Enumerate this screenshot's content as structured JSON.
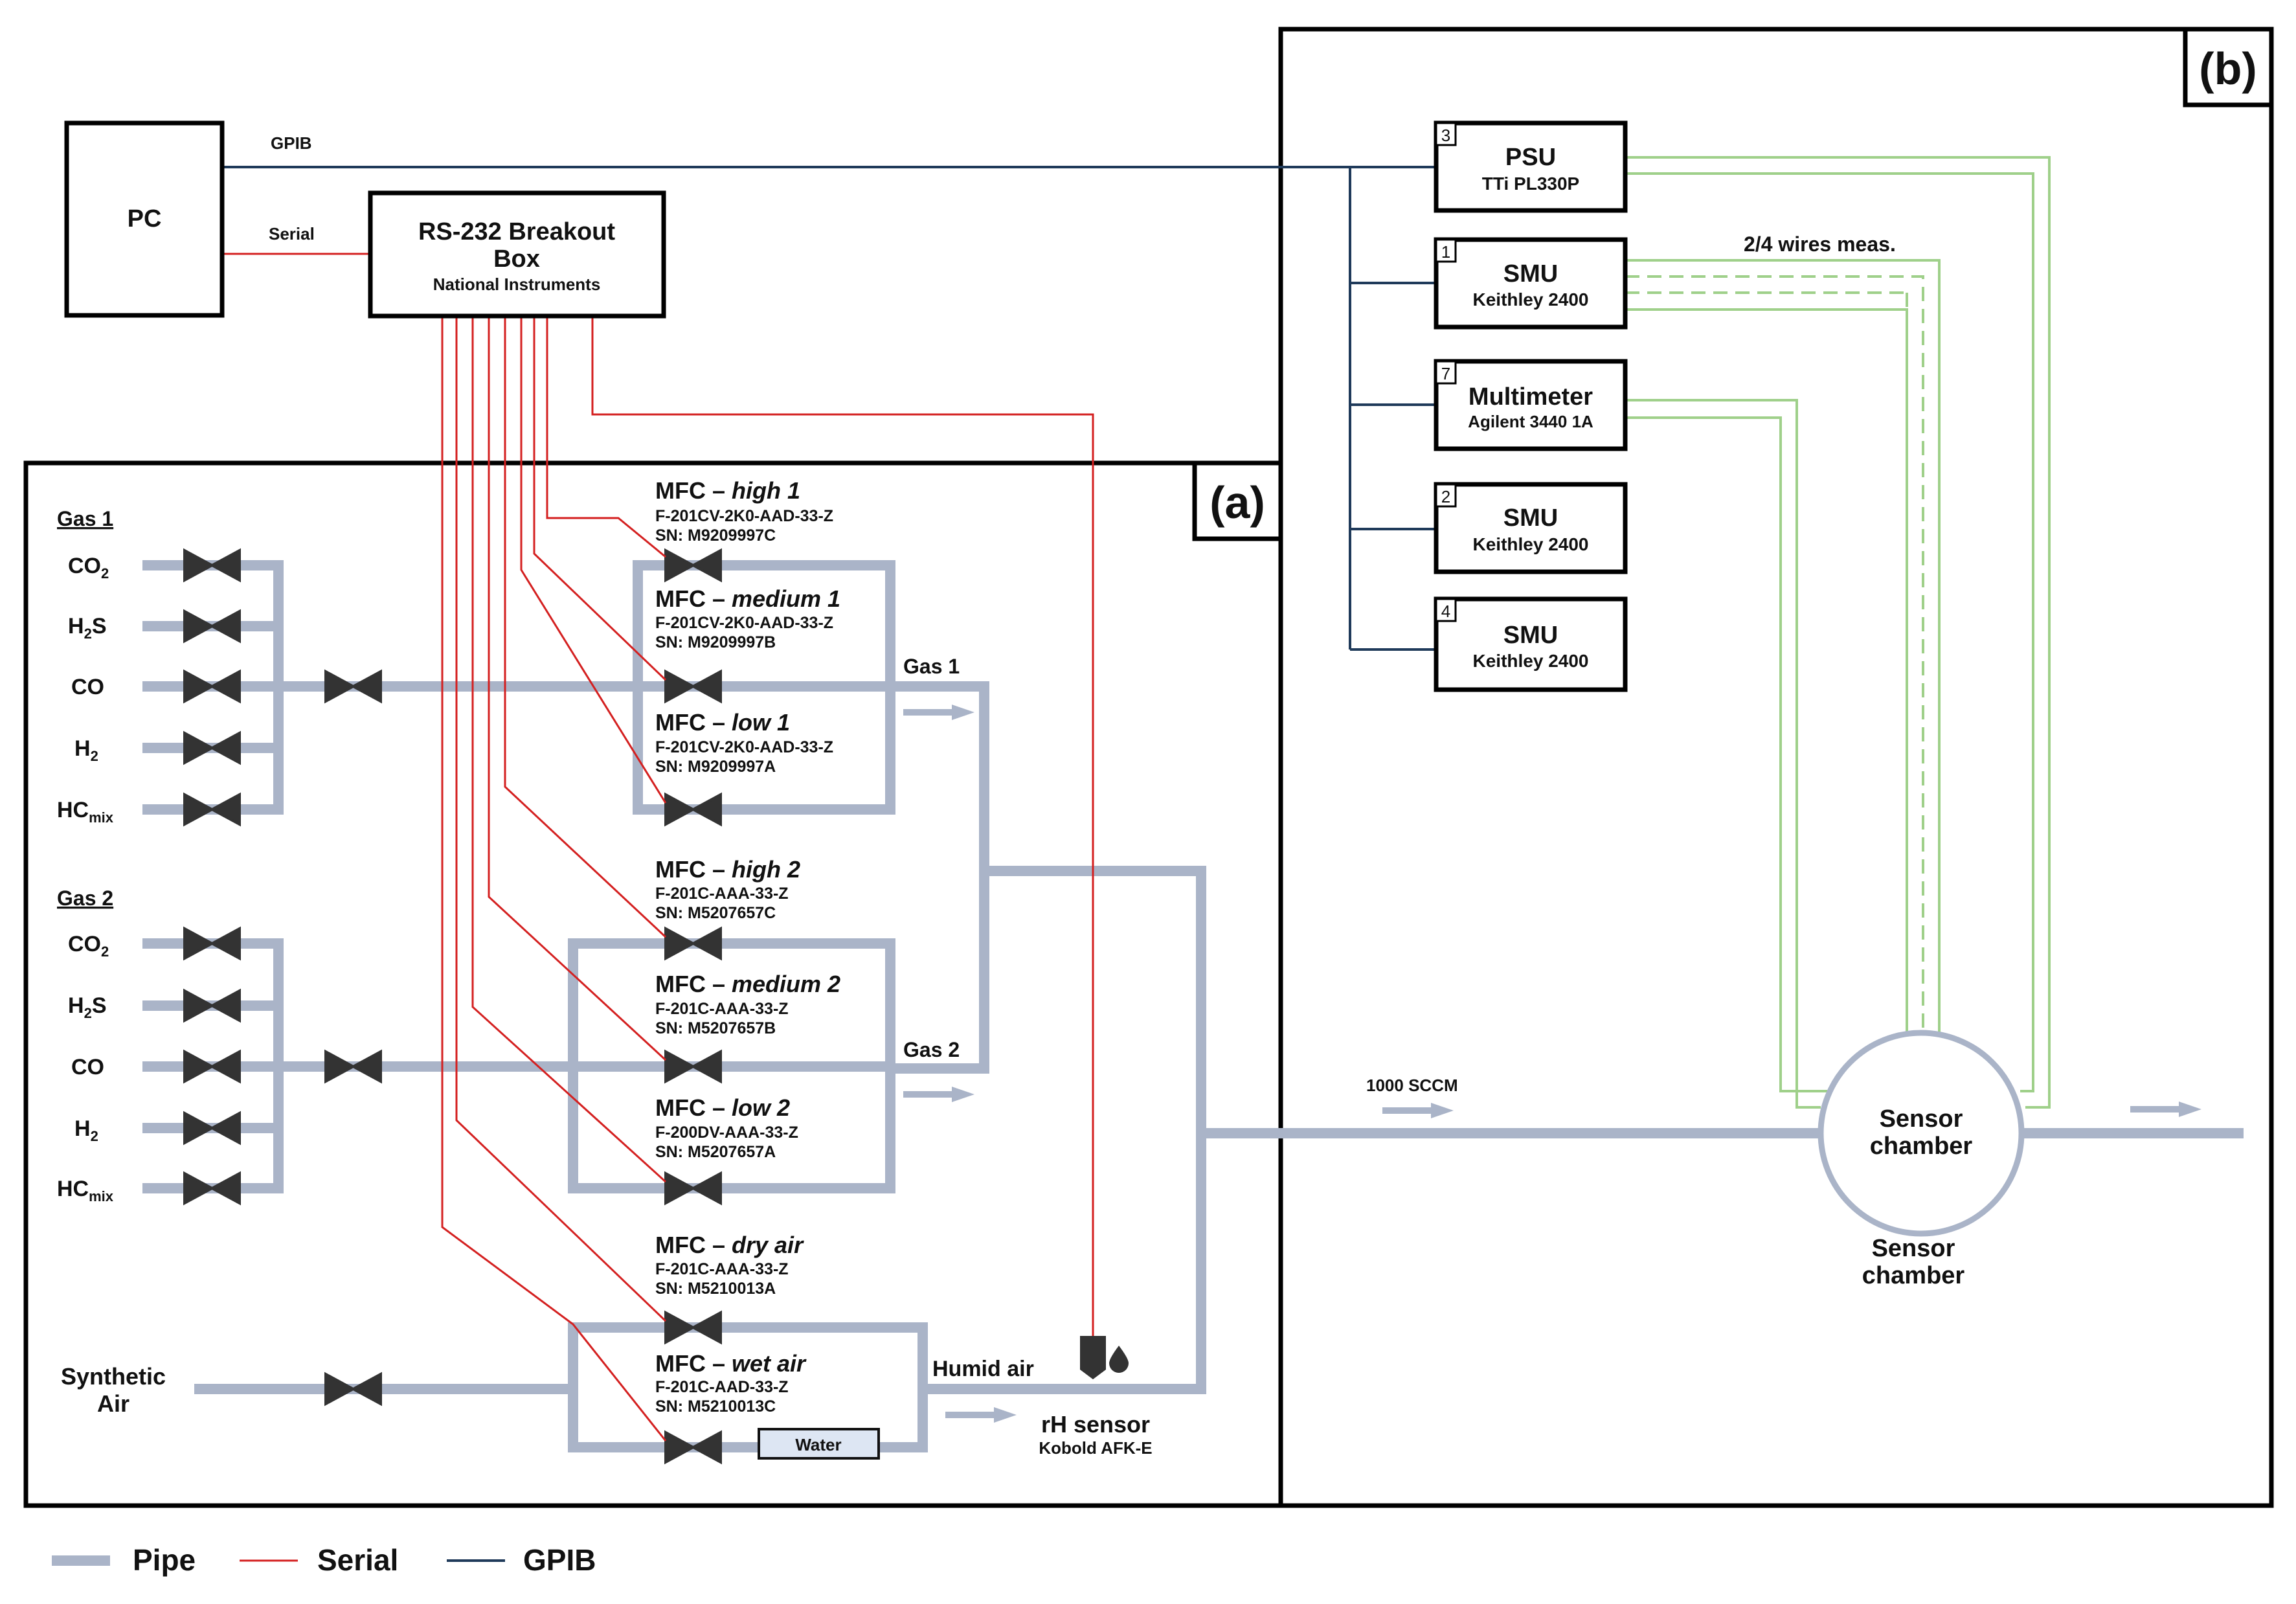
{
  "panels": {
    "a_label": "(a)",
    "b_label": "(b)"
  },
  "pc": {
    "label": "PC",
    "gpib_label": "GPIB",
    "serial_label": "Serial"
  },
  "breakout": {
    "line1": "RS-232 Breakout",
    "line2": "Box",
    "sub": "National Instruments"
  },
  "gas1": {
    "title": "Gas 1",
    "gases": [
      {
        "main": "CO",
        "sub": "2",
        "tail": ""
      },
      {
        "main": "H",
        "sub": "2",
        "tail": "S"
      },
      {
        "main": "CO",
        "sub": "",
        "tail": ""
      },
      {
        "main": "H",
        "sub": "2",
        "tail": ""
      },
      {
        "main": "HC",
        "sub": "mix",
        "tail": ""
      }
    ],
    "outlet_label": "Gas 1"
  },
  "gas2": {
    "title": "Gas 2",
    "gases": [
      {
        "main": "CO",
        "sub": "2",
        "tail": ""
      },
      {
        "main": "H",
        "sub": "2",
        "tail": "S"
      },
      {
        "main": "CO",
        "sub": "",
        "tail": ""
      },
      {
        "main": "H",
        "sub": "2",
        "tail": ""
      },
      {
        "main": "HC",
        "sub": "mix",
        "tail": ""
      }
    ],
    "outlet_label": "Gas 2"
  },
  "mfcs": [
    {
      "prefix": "MFC – ",
      "name": "high 1",
      "model": "F-201CV-2K0-AAD-33-Z",
      "sn": "SN: M9209997C"
    },
    {
      "prefix": "MFC – ",
      "name": "medium 1",
      "model": "F-201CV-2K0-AAD-33-Z",
      "sn": "SN: M9209997B"
    },
    {
      "prefix": "MFC – ",
      "name": "low 1",
      "model": "F-201CV-2K0-AAD-33-Z",
      "sn": "SN: M9209997A"
    },
    {
      "prefix": "MFC – ",
      "name": "high 2",
      "model": "F-201C-AAA-33-Z",
      "sn": "SN: M5207657C"
    },
    {
      "prefix": "MFC – ",
      "name": "medium 2",
      "model": "F-201C-AAA-33-Z",
      "sn": "SN: M5207657B"
    },
    {
      "prefix": "MFC – ",
      "name": "low 2",
      "model": "F-200DV-AAA-33-Z",
      "sn": "SN: M5207657A"
    },
    {
      "prefix": "MFC – ",
      "name": "dry air",
      "model": "F-201C-AAA-33-Z",
      "sn": "SN: M5210013A"
    },
    {
      "prefix": "MFC – ",
      "name": "wet air",
      "model": "F-201C-AAD-33-Z",
      "sn": "SN: M5210013C"
    }
  ],
  "synthetic_air": {
    "line1": "Synthetic",
    "line2": "Air"
  },
  "water_label": "Water",
  "humid_air_label": "Humid air",
  "rh_sensor": {
    "name": "rH sensor",
    "model": "Kobold AFK-E"
  },
  "instruments": [
    {
      "num": "3",
      "name": "PSU",
      "model": "TTi PL330P"
    },
    {
      "num": "1",
      "name": "SMU",
      "model": "Keithley 2400"
    },
    {
      "num": "7",
      "name": "Multimeter",
      "model": "Agilent 3440 1A"
    },
    {
      "num": "2",
      "name": "SMU",
      "model": "Keithley 2400"
    },
    {
      "num": "4",
      "name": "SMU",
      "model": "Keithley 2400"
    }
  ],
  "wires_label": "2/4 wires meas.",
  "flow_label": "1000 SCCM",
  "chamber": {
    "inner1": "Sensor",
    "inner2": "chamber",
    "outer1": "Sensor",
    "outer2": "chamber"
  },
  "legend": {
    "pipe": "Pipe",
    "serial": "Serial",
    "gpib": "GPIB"
  },
  "colors": {
    "pipe": "#aab4c8",
    "serial": "#d42020",
    "gpib": "#1f3a5a",
    "meas": "#9fd08a",
    "valve": "#333333",
    "border": "#000000"
  }
}
